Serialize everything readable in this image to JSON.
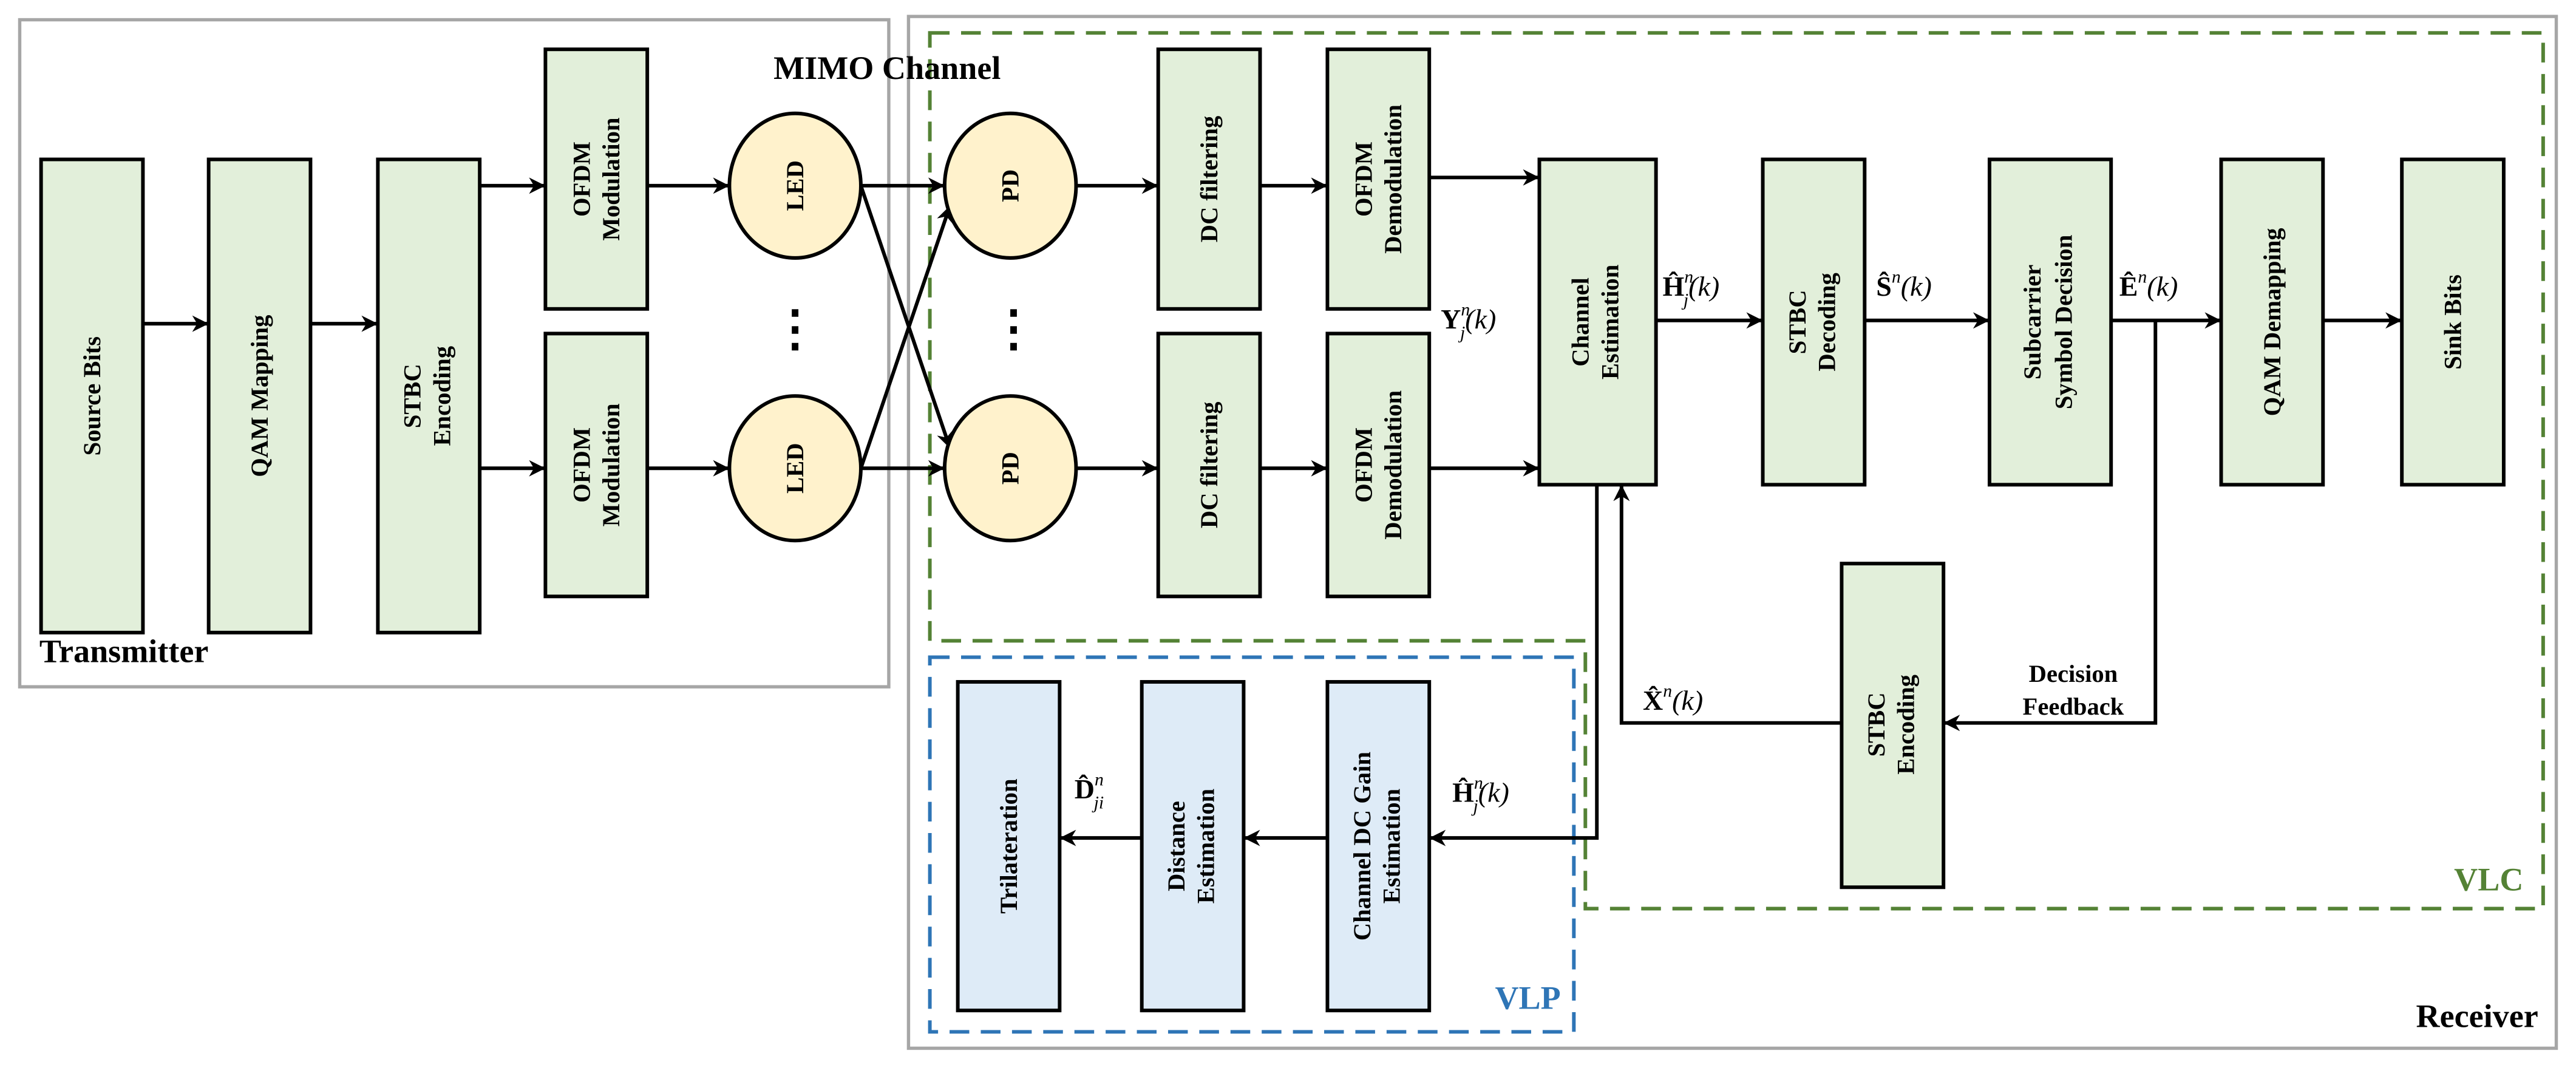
{
  "colors": {
    "green_block": "#e2efda",
    "blue_block": "#deebf7",
    "emitter_fill": "#fff2cc",
    "group_border": "#a6a6a6",
    "vlc": "#548235",
    "vlp": "#2e75b6"
  },
  "groups": {
    "transmitter": "Transmitter",
    "receiver": "Receiver",
    "mimo": "MIMO Channel",
    "vlc": "VLC",
    "vlp": "VLP"
  },
  "blocks": {
    "source_bits": [
      "Source Bits"
    ],
    "qam_mapping": [
      "QAM Mapping"
    ],
    "stbc_encoding_tx": [
      "STBC",
      "Encoding"
    ],
    "ofdm_mod": [
      "OFDM",
      "Modulation"
    ],
    "led": "LED",
    "pd": "PD",
    "dc_filtering": [
      "DC filtering"
    ],
    "ofdm_demod": [
      "OFDM",
      "Demodulation"
    ],
    "channel_estimation": [
      "Channel",
      "Estimation"
    ],
    "stbc_decoding": [
      "STBC",
      "Decoding"
    ],
    "symbol_decision": [
      "Subcarrier",
      "Symbol Decision"
    ],
    "qam_demapping": [
      "QAM Demapping"
    ],
    "sink_bits": [
      "Sink Bits"
    ],
    "stbc_encoding_rx": [
      "STBC",
      "Encoding"
    ],
    "trilateration": [
      "Trilateration"
    ],
    "distance_estimation": [
      "Distance",
      "Estimation"
    ],
    "dc_gain_estimation": [
      "Channel DC Gain",
      "Estimation"
    ]
  },
  "ellipsis": "⋮",
  "feedback_label": [
    "Decision",
    "Feedback"
  ],
  "signals": {
    "Y": {
      "base": "Y",
      "sup": "n",
      "sub": "j",
      "arg": "(k)"
    },
    "H": {
      "base": "Ĥ",
      "sup": "n",
      "sub": "j",
      "arg": "(k)"
    },
    "S": {
      "base": "Ŝ",
      "sup": "n",
      "arg": "(k)"
    },
    "E": {
      "base": "Ê",
      "sup": "n",
      "arg": "(k)"
    },
    "X": {
      "base": "X̂",
      "sup": "n",
      "arg": "(k)"
    },
    "H_vlp": {
      "base": "Ĥ",
      "sup": "n",
      "sub": "j",
      "arg": "(k)"
    },
    "D": {
      "base": "D̂",
      "sup": "n",
      "sub": "ji"
    }
  }
}
